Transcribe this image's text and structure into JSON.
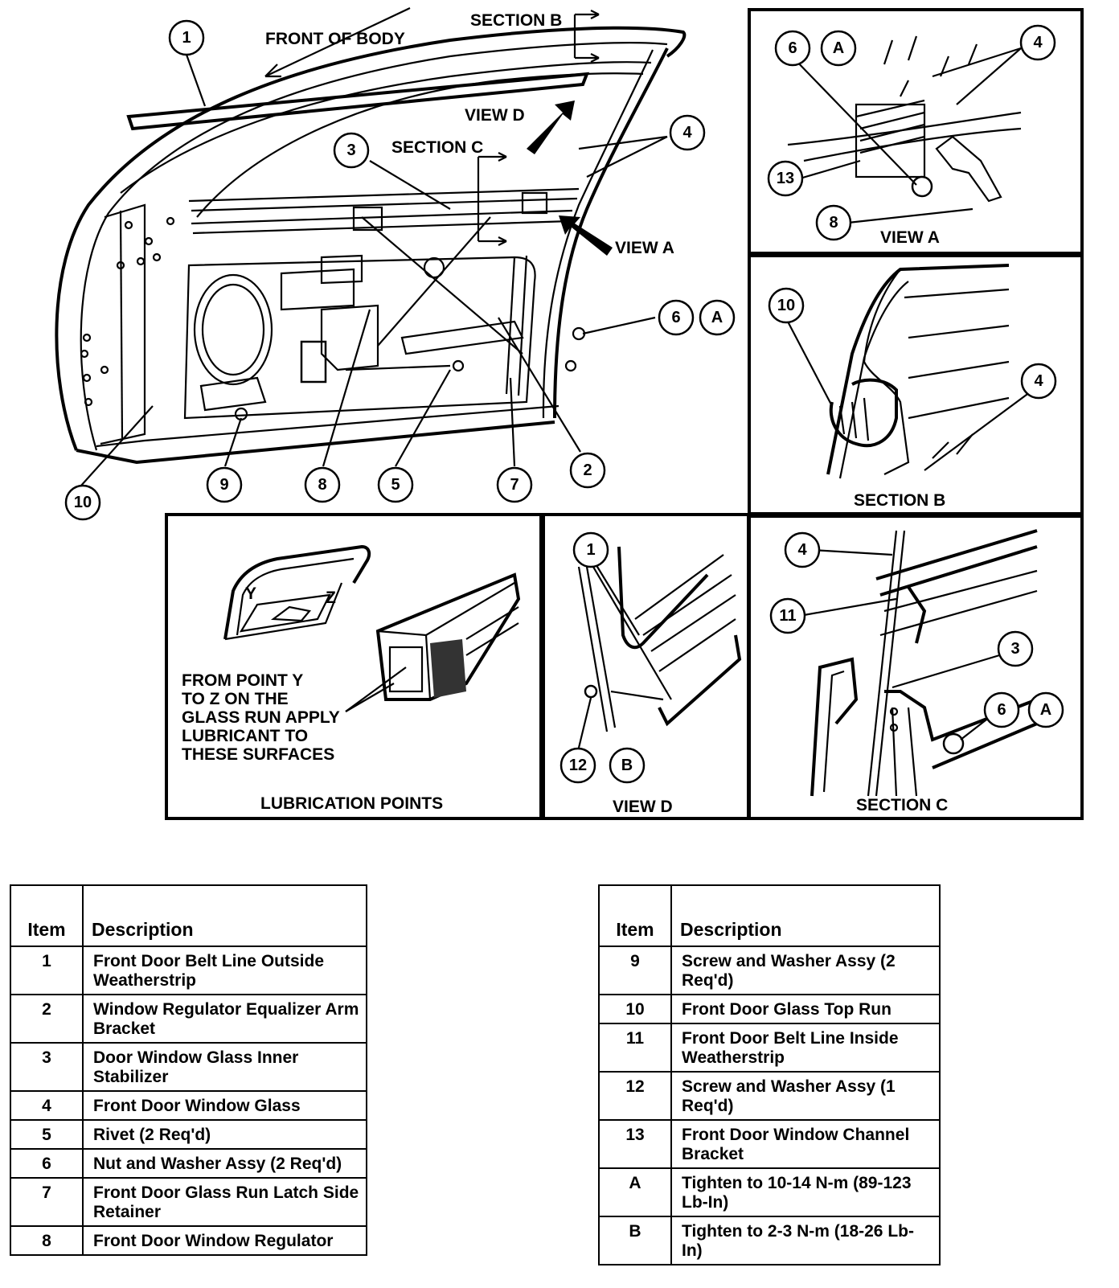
{
  "diagram": {
    "labels": {
      "front_of_body": "FRONT OF BODY",
      "section_b": "SECTION B",
      "view_d": "VIEW D",
      "section_c": "SECTION C",
      "view_a": "VIEW A",
      "lubrication_points": "LUBRICATION POINTS",
      "lube_note": [
        "FROM POINT Y",
        "TO Z ON THE",
        "GLASS RUN APPLY",
        "LUBRICANT TO",
        "THESE SURFACES"
      ],
      "point_y": "Y",
      "point_z": "Z"
    },
    "panel_titles": {
      "view_a": "VIEW A",
      "section_b": "SECTION B",
      "view_d": "VIEW D",
      "section_c": "SECTION C"
    },
    "callouts_main": [
      "1",
      "3",
      "4",
      "6",
      "A",
      "10",
      "9",
      "8",
      "5",
      "7",
      "2"
    ],
    "callouts_view_a": [
      "6",
      "A",
      "4",
      "13",
      "8"
    ],
    "callouts_section_b": [
      "10",
      "4"
    ],
    "callouts_view_d": [
      "1",
      "12",
      "B"
    ],
    "callouts_section_c": [
      "4",
      "11",
      "3",
      "6",
      "A"
    ]
  },
  "legend_left": {
    "header_item": "Item",
    "header_desc": "Description",
    "rows": [
      {
        "item": "1",
        "desc": "Front Door Belt Line Outside Weatherstrip"
      },
      {
        "item": "2",
        "desc": "Window Regulator Equalizer Arm Bracket"
      },
      {
        "item": "3",
        "desc": "Door Window Glass Inner Stabilizer"
      },
      {
        "item": "4",
        "desc": "Front Door Window Glass"
      },
      {
        "item": "5",
        "desc": "Rivet (2 Req'd)"
      },
      {
        "item": "6",
        "desc": "Nut and Washer Assy (2 Req'd)"
      },
      {
        "item": "7",
        "desc": "Front Door Glass Run Latch Side Retainer"
      },
      {
        "item": "8",
        "desc": "Front Door Window Regulator"
      }
    ]
  },
  "legend_right": {
    "header_item": "Item",
    "header_desc": "Description",
    "rows": [
      {
        "item": "9",
        "desc": "Screw and Washer Assy (2 Req'd)"
      },
      {
        "item": "10",
        "desc": "Front Door Glass Top Run"
      },
      {
        "item": "11",
        "desc": "Front Door Belt Line Inside Weatherstrip"
      },
      {
        "item": "12",
        "desc": "Screw and Washer Assy (1 Req'd)"
      },
      {
        "item": "13",
        "desc": "Front Door Window Channel Bracket"
      },
      {
        "item": "A",
        "desc": "Tighten to 10-14 N-m (89-123 Lb-In)"
      },
      {
        "item": "B",
        "desc": "Tighten to 2-3 N-m (18-26 Lb-In)"
      }
    ]
  }
}
